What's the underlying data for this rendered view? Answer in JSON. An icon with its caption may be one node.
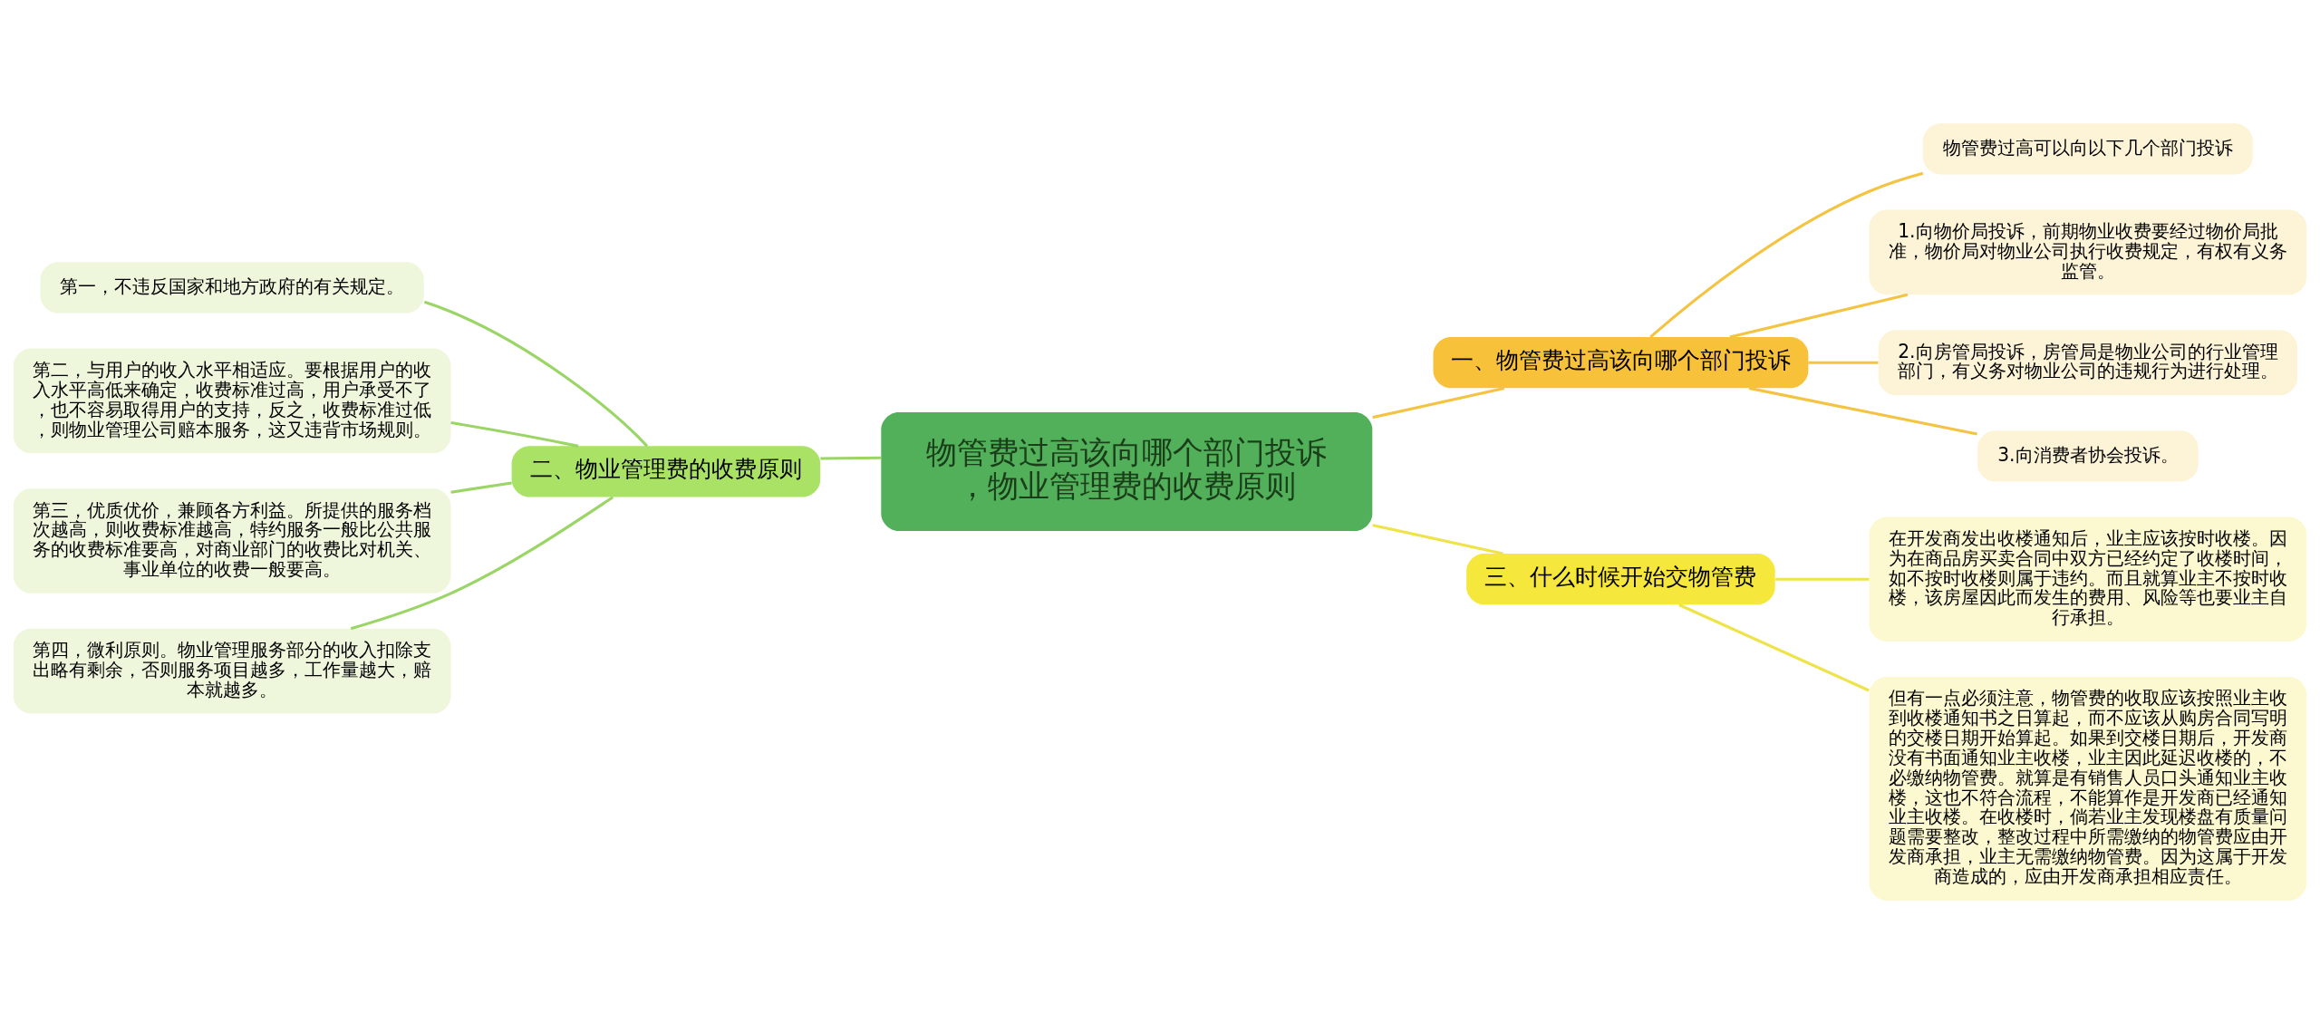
{
  "diagram": {
    "nodes": [
      {
        "text": [
          "物管费过高该向哪个部门投诉，物业管理费的收费原则"
        ]
      },
      {
        "text": [
          "一、物管费过高该向哪个部门投诉"
        ]
      },
      {
        "text": [
          "物管费过高可以向以下几个部门投诉"
        ]
      },
      {
        "text": [
          "1.向物价局投诉，前期物业收费要经过物价局批准，物价局对物业公司执行收费规定，有权有义务监管。"
        ]
      },
      {
        "text": [
          "2.向房管局投诉，房管局是物业公司的行业管理部门，有义务对物业公司的违规行为进行处理。"
        ]
      },
      {
        "text": [
          "3.向消费者协会投诉。"
        ]
      },
      {
        "text": [
          "三、什么时候开始交物管费"
        ]
      },
      {
        "text": [
          "在开发商发出收楼通知后，业主应该按时收楼。因为在商品房买卖合同中双方已经约定了收楼时间，如不按时收楼则属于违约。而且就算业主不按时收楼，该房屋因此而发生的费用、风险等也要业主自行承担。"
        ]
      },
      {
        "text": [
          "但有一点必须注意，物管费的收取应该按照业主收到收楼通知书之日算起，而不应该从购房合同写明的交楼日期开始算起。如果到交楼日期后，开发商没有书面通知业主收楼，业主因此延迟收楼的，不必缴纳物管费。就算是有销售人员口头通知业主收楼，这也不符合流程，不能算作是开发商已经通知业主收楼。在收楼时，倘若业主发现楼盘有质量问题需要整改，整改过程中所需缴纳的物管费应由开发商承担，业主无需缴纳物管费。因为这属于开发商造成的，应由开发商承担相应责任。"
        ]
      },
      {
        "text": [
          "二、物业管理费的收费原则"
        ]
      },
      {
        "text": [
          "第一，不违反国家和地方政府的有关规定。"
        ]
      },
      {
        "text": [
          "第二，与用户的收入水平相适应。要根据用户的收入水平高低来确定，收费标准过高，用户承受不了，也不容易取得用户的支持，反之，收费标准过低，则物业管理公司赔本服务，这又违背市场规则。"
        ]
      },
      {
        "text": [
          "第三，优质优价，兼顾各方利益。所提供的服务档次越高，则收费标准越高，特约服务一般比公共服务的收费标准要高，对商业部门的收费比对机关、事业单位的收费一般要高。"
        ]
      },
      {
        "text": [
          "第四，微利原则。物业管理服务部分的收入扣除支出略有剩余，否则服务项目越多，工作量越大，赔本就越多。"
        ]
      }
    ],
    "edges": [
      {
        "from": 0,
        "to": 1,
        "arrow": "none",
        "color": "#f5c342"
      },
      {
        "from": 1,
        "to": 2,
        "arrow": "none",
        "color": "#f5c342"
      },
      {
        "from": 1,
        "to": 3,
        "arrow": "none",
        "color": "#f5c342"
      },
      {
        "from": 1,
        "to": 4,
        "arrow": "none",
        "color": "#f5c342"
      },
      {
        "from": 1,
        "to": 5,
        "arrow": "none",
        "color": "#f5c342"
      },
      {
        "from": 0,
        "to": 6,
        "arrow": "none",
        "color": "#efe34a"
      },
      {
        "from": 6,
        "to": 7,
        "arrow": "none",
        "color": "#efe34a"
      },
      {
        "from": 6,
        "to": 8,
        "arrow": "none",
        "color": "#efe34a"
      },
      {
        "from": 0,
        "to": 9,
        "arrow": "none",
        "color": "#9ad565"
      },
      {
        "from": 9,
        "to": 10,
        "arrow": "none",
        "color": "#9ad565"
      },
      {
        "from": 9,
        "to": 11,
        "arrow": "none",
        "color": "#9ad565"
      },
      {
        "from": 9,
        "to": 12,
        "arrow": "none",
        "color": "#9ad565"
      },
      {
        "from": 9,
        "to": 13,
        "arrow": "none",
        "color": "#9ad565"
      }
    ]
  }
}
